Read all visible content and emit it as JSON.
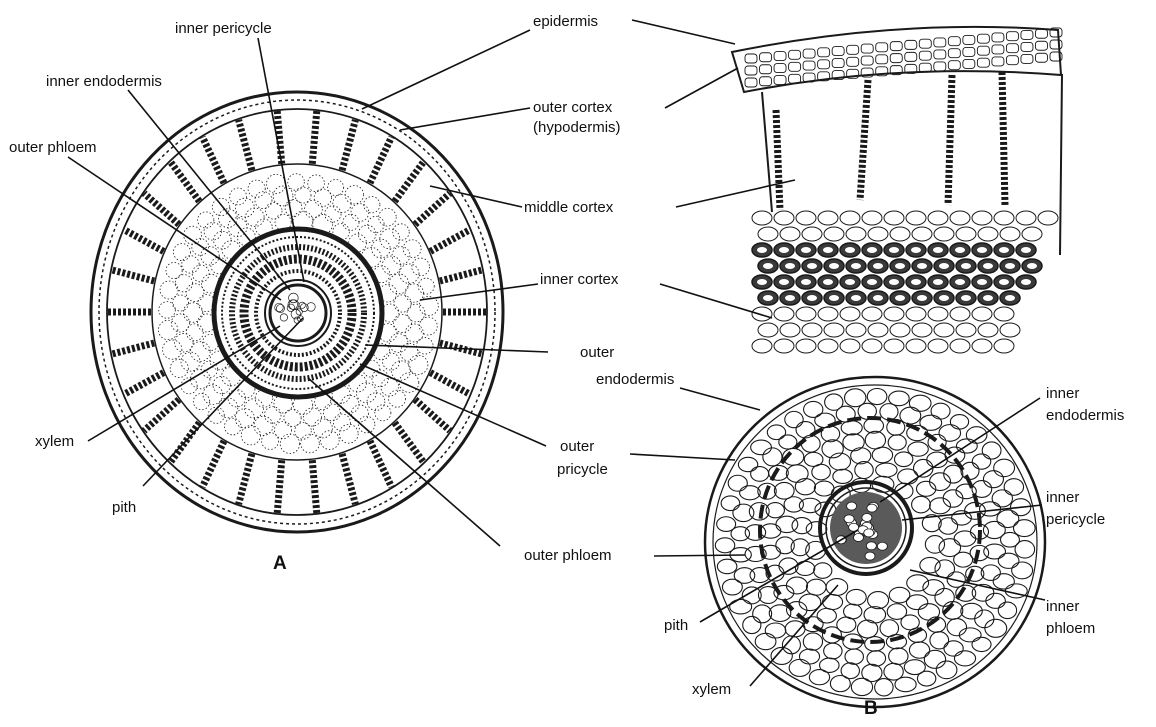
{
  "panels": [
    {
      "id": "A",
      "letter": "A"
    },
    {
      "id": "B",
      "letter": "B"
    }
  ],
  "labels": {
    "inner_pericycle": "inner pericycle",
    "inner_endodermis": "inner endodermis",
    "outer_phloem_a": "outer phloem",
    "xylem_a": "xylem",
    "pith_a": "pith",
    "epidermis": "epidermis",
    "outer_cortex_1": "outer cortex",
    "outer_cortex_2": "(hypodermis)",
    "middle_cortex": "middle cortex",
    "inner_cortex": "inner cortex",
    "outer_endodermis_1": "outer",
    "outer_endodermis_2": "endodermis",
    "outer_pricycle_1": "outer",
    "outer_pricycle_2": "pricycle",
    "outer_phloem_shared": "outer phloem",
    "b_inner_endodermis_1": "inner",
    "b_inner_endodermis_2": "endodermis",
    "b_inner_pericycle_1": "inner",
    "b_inner_pericycle_2": "pericycle",
    "b_inner_phloem_1": "inner",
    "b_inner_phloem_2": "phloem",
    "b_pith": "pith",
    "b_xylem": "xylem"
  },
  "colors": {
    "ink": "#1a1a1a",
    "background": "#ffffff"
  }
}
